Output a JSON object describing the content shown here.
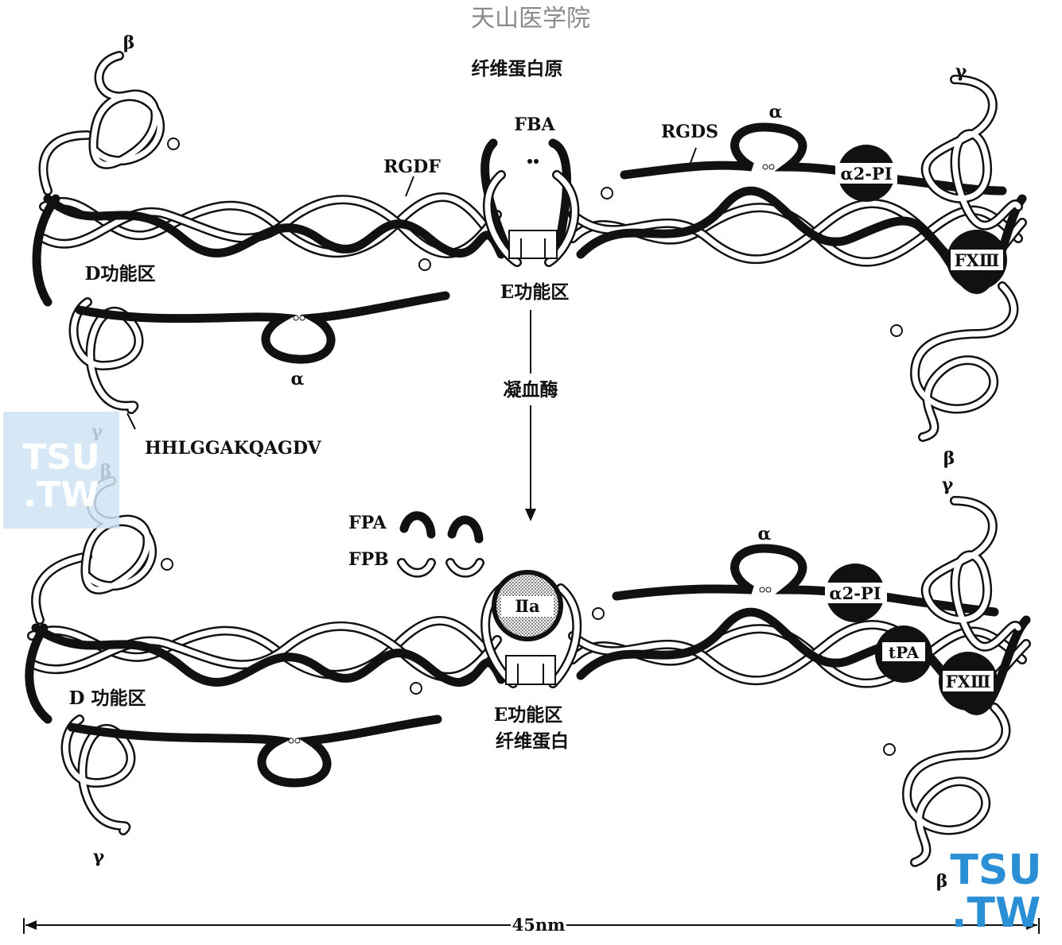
{
  "watermark_top": "天山医学院",
  "title": "纤维蛋白原",
  "top": {
    "fba": "FBA",
    "rgdf": "RGDF",
    "rgds": "RGDS",
    "alpha_right": "α",
    "alpha_left": "α",
    "a2pi": "α2-PI",
    "fxiii": "FⅩⅢ",
    "d_domain": "D功能区",
    "e_domain": "E功能区",
    "beta_left": "β",
    "gamma_left": "γ",
    "gamma_right": "γ",
    "beta_right": "β",
    "peptide": "HHLGGAKQAGDV"
  },
  "arrow_label": "凝血酶",
  "bottom": {
    "fpa": "FPA",
    "fpb": "FPB",
    "alpha": "α",
    "a2pi": "α2-PI",
    "iia": "Ⅱa",
    "tpa": "tPA",
    "fxiii": "FⅩⅢ",
    "d_domain": "D 功能区",
    "e_domain": "E功能区",
    "fibrin": "纤维蛋白",
    "beta_left": "β",
    "gamma_left": "γ",
    "gamma_right": "γ",
    "beta_right": "β"
  },
  "scale_label": "45nm",
  "logo": {
    "line1": "TSU",
    "line2": ".TW"
  }
}
